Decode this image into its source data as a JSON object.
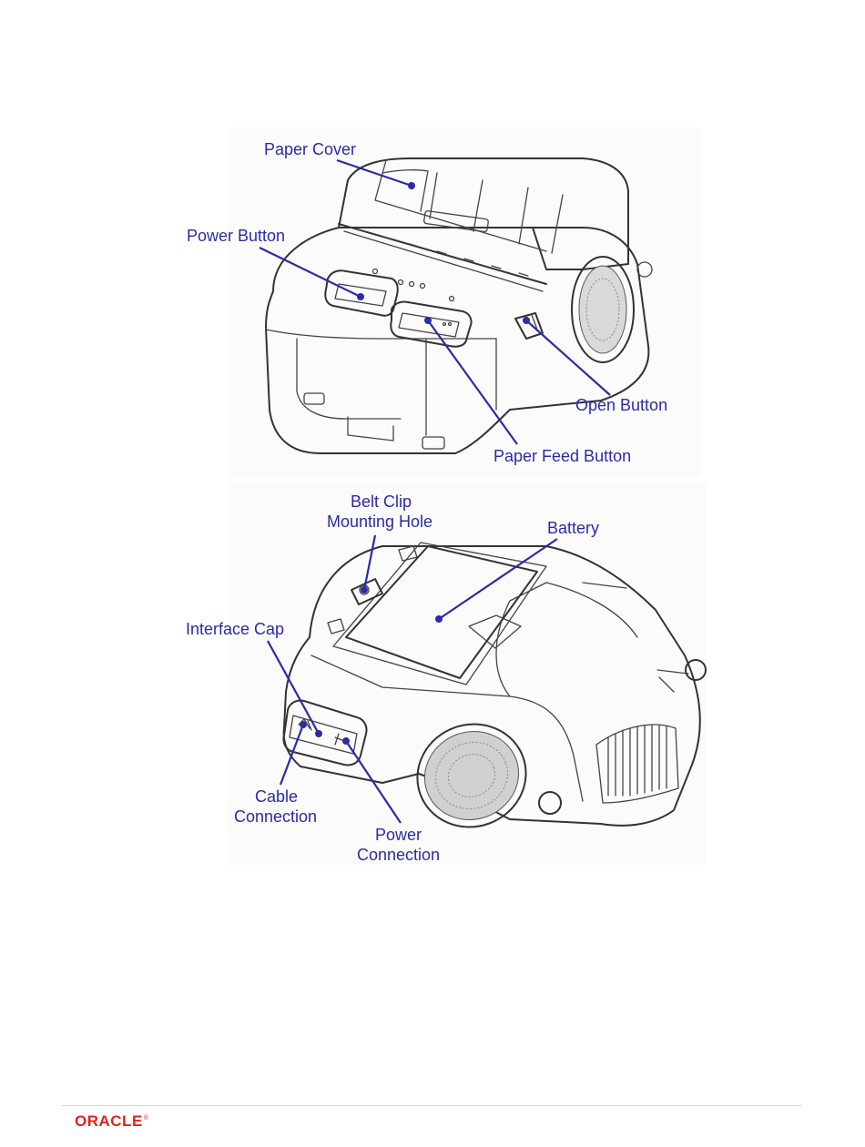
{
  "labels": {
    "paper_cover": "Paper Cover",
    "power_button": "Power Button",
    "open_button": "Open Button",
    "paper_feed_button": "Paper Feed Button",
    "belt_clip_line1": "Belt Clip",
    "belt_clip_line2": "Mounting Hole",
    "battery": "Battery",
    "interface_cap": "Interface Cap",
    "cable_connection_line1": "Cable",
    "cable_connection_line2": "Connection",
    "power_connection_line1": "Power",
    "power_connection_line2": "Connection"
  },
  "footer": {
    "logo": "ORACLE"
  },
  "colors": {
    "label": "#2b2ba8",
    "logo": "#e2231a",
    "line_art": "#333333"
  }
}
